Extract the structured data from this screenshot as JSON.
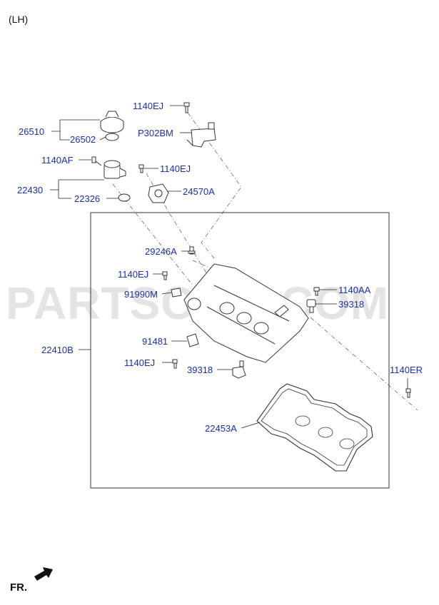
{
  "header": {
    "variant": "(LH)"
  },
  "watermark": "PARTSOUQ.COM",
  "direction": {
    "label": "FR."
  },
  "callouts": {
    "p26510": "26510",
    "p26502": "26502",
    "p1140AF": "1140AF",
    "p22430": "22430",
    "p22326": "22326",
    "p1140EJ_top": "1140EJ",
    "pP302BM": "P302BM",
    "p1140EJ_mid": "1140EJ",
    "p24570A": "24570A",
    "p29246A": "29246A",
    "p1140EJ_cover": "1140EJ",
    "p91990M": "91990M",
    "p22410B": "22410B",
    "p91481": "91481",
    "p1140EJ_low": "1140EJ",
    "p39318_low": "39318",
    "p1140AA": "1140AA",
    "p39318_up": "39318",
    "p1140ER": "1140ER",
    "p22453A": "22453A"
  }
}
